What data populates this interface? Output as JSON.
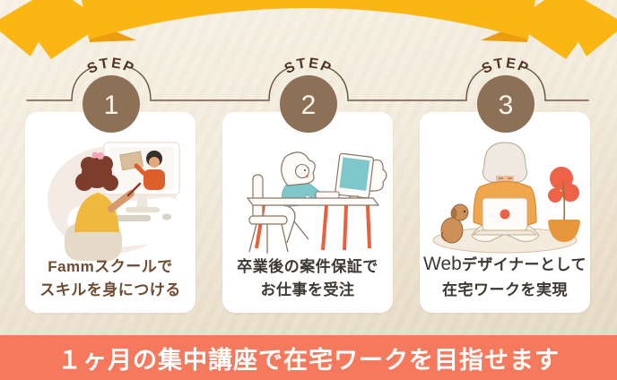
{
  "infographic": {
    "ribbon": {
      "color": "#FCB614",
      "fold_color": "#EB9D0E"
    },
    "steps": [
      {
        "label": "STEP",
        "number": "1",
        "caption_line1": "Fammスクールで",
        "caption_line2": "スキルを身につける",
        "illustration": "mother-taking-online-video-lesson"
      },
      {
        "label": "STEP",
        "number": "2",
        "caption_line1": "卒業後の案件保証で",
        "caption_line2": "お仕事を受注",
        "illustration": "woman-working-at-desk-with-monitor"
      },
      {
        "label": "STEP",
        "number": "3",
        "caption_line1_latin": "Web",
        "caption_line1": "デザイナーとして",
        "caption_line2": "在宅ワークを実現",
        "illustration": "person-with-laptop-dog-and-plant"
      }
    ],
    "footer": {
      "text": "１ヶ月の集中講座で在宅ワークを目指せます",
      "background_color": "#F5795C",
      "text_color": "#FFFFFF"
    },
    "colors": {
      "background_top": "#F6F1E5",
      "background_bottom": "#E5D8C1",
      "step_circle": "#8D7156",
      "step_label": "#4E3421",
      "connector_line": "#6E5844",
      "card_background": "#FFFFFF",
      "caption_brown": "#6F4B32",
      "caption_dark": "#3E3833"
    }
  }
}
